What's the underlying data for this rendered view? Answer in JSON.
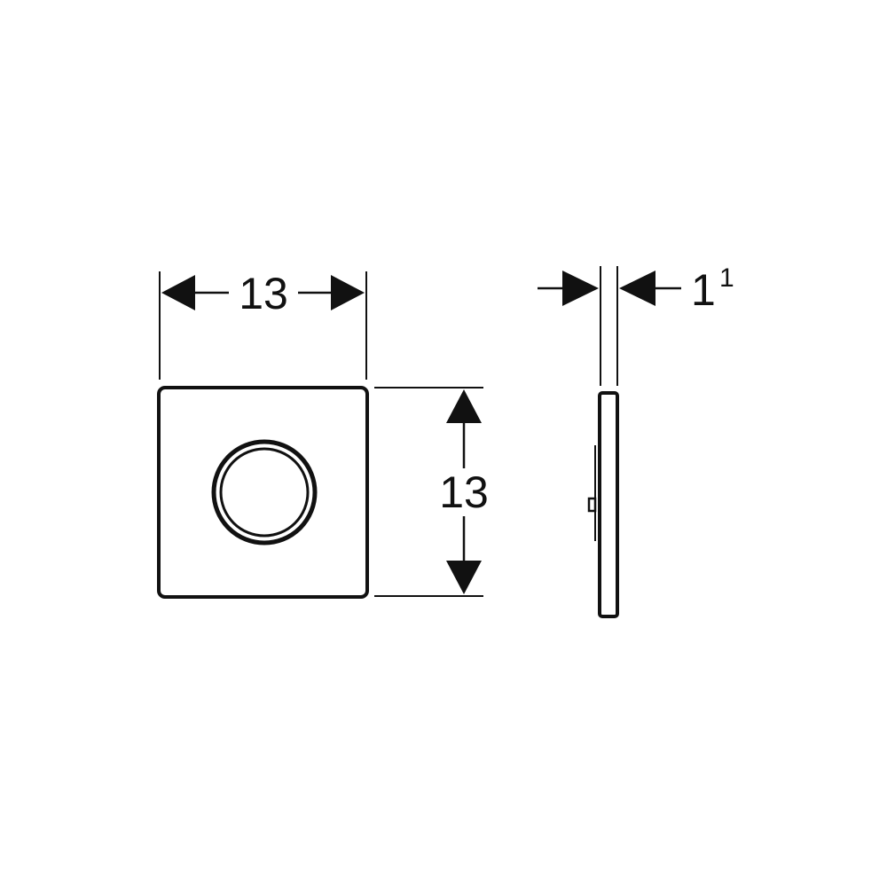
{
  "front_view": {
    "width_label": "13",
    "height_label": "13"
  },
  "side_view": {
    "thickness_label": "1",
    "thickness_superscript": "1"
  },
  "colors": {
    "line": "#111111",
    "background": "#ffffff"
  }
}
